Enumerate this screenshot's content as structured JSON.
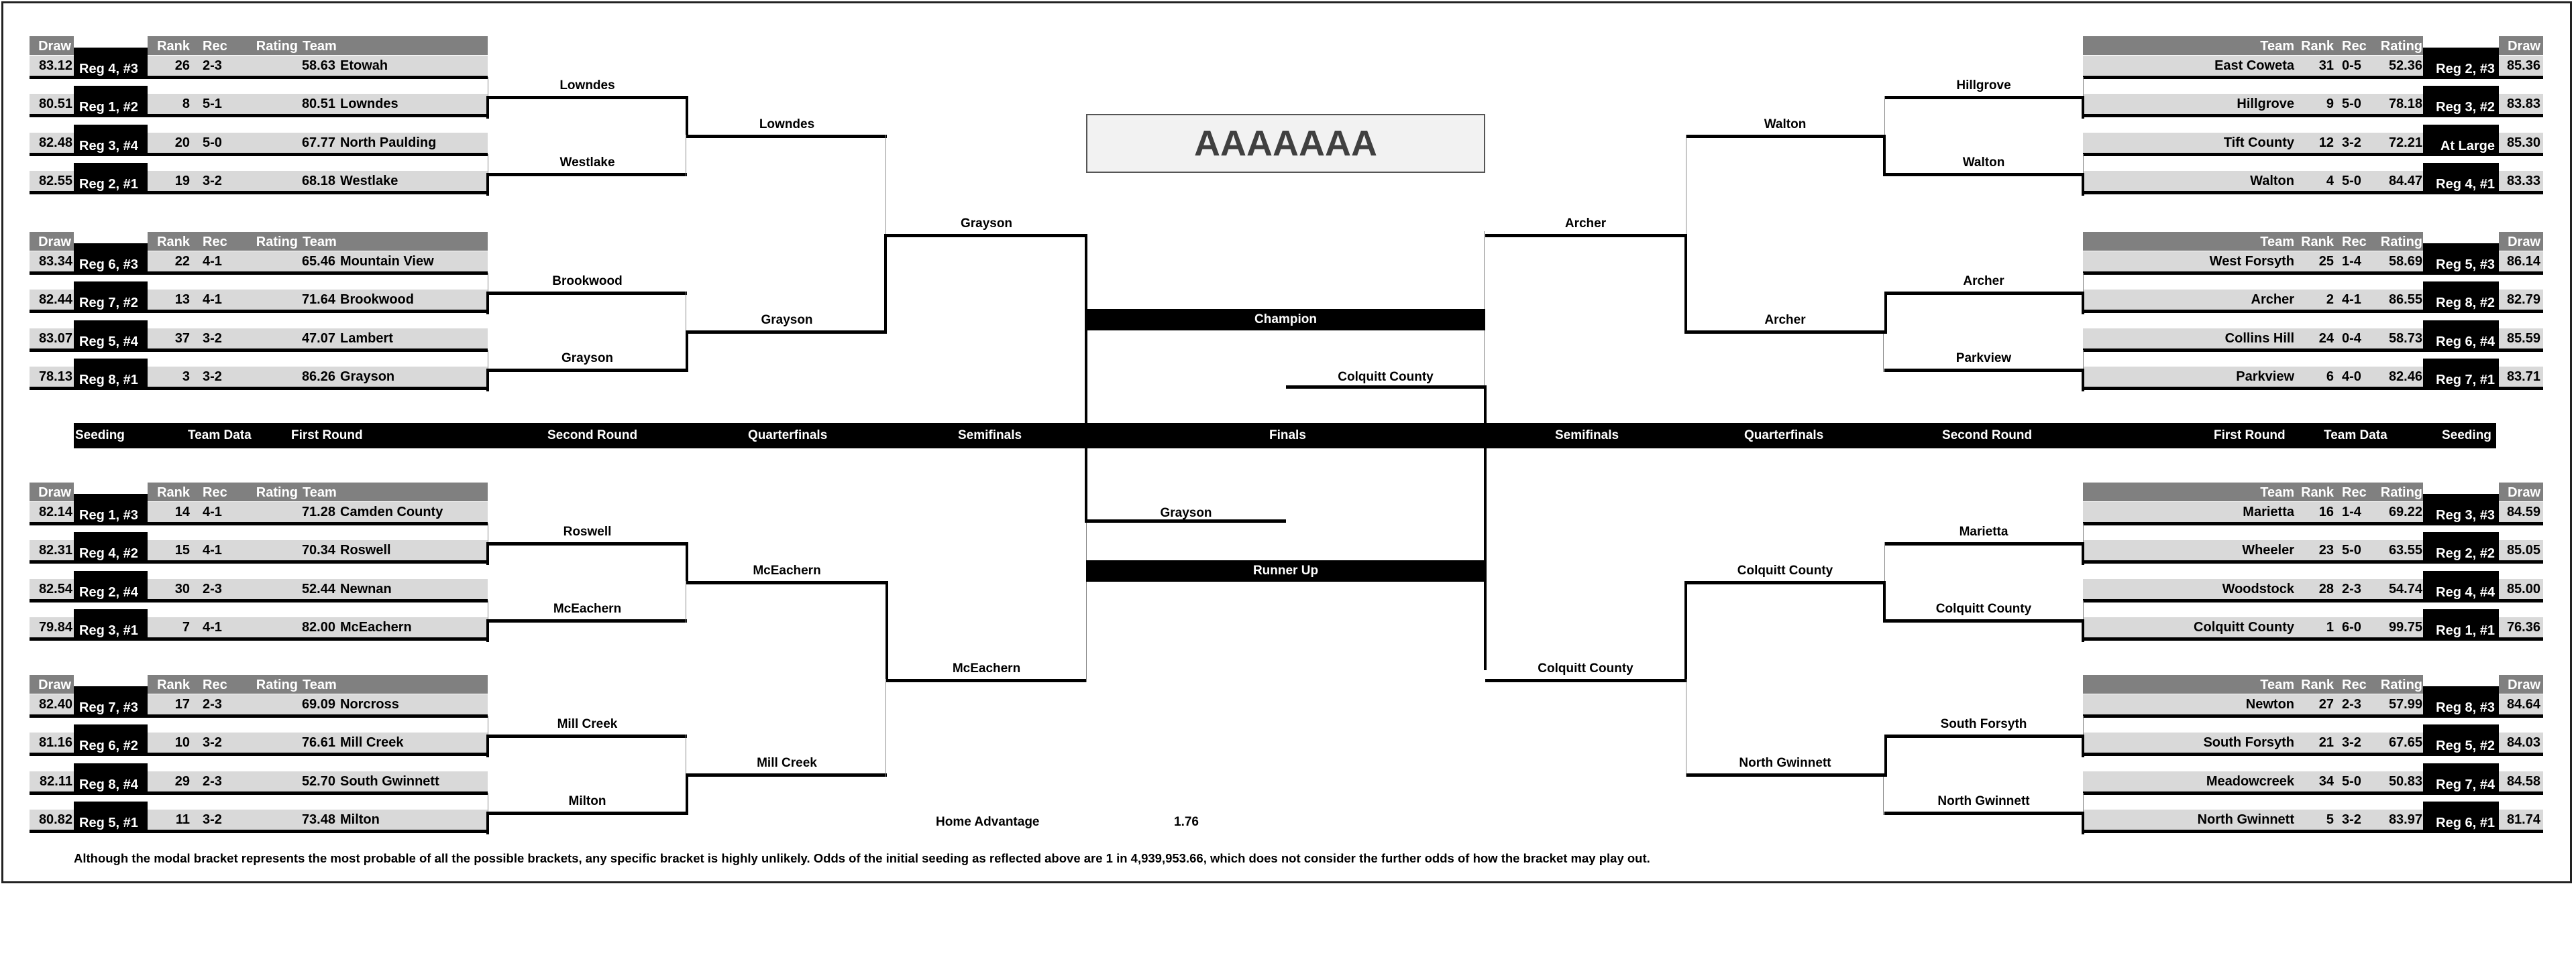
{
  "title": "AAAAAAA",
  "headers": {
    "draw": "Draw",
    "rank": "Rank",
    "rec": "Rec",
    "rating": "Rating",
    "team": "Team"
  },
  "round_bar": {
    "left": [
      "Seeding",
      "Team Data",
      "First Round",
      "Second Round",
      "Quarterfinals",
      "Semifinals"
    ],
    "center": "Finals",
    "right": [
      "Semifinals",
      "Quarterfinals",
      "Second Round",
      "First Round",
      "Team Data",
      "Seeding"
    ]
  },
  "left_groups": [
    [
      {
        "draw": "83.12",
        "seed": "Reg 4, #3",
        "rank": "26",
        "rec": "2-3",
        "rating": "58.63",
        "team": "Etowah"
      },
      {
        "draw": "80.51",
        "seed": "Reg 1, #2",
        "rank": "8",
        "rec": "5-1",
        "rating": "80.51",
        "team": "Lowndes"
      },
      {
        "draw": "82.48",
        "seed": "Reg 3, #4",
        "rank": "20",
        "rec": "5-0",
        "rating": "67.77",
        "team": "North Paulding"
      },
      {
        "draw": "82.55",
        "seed": "Reg 2, #1",
        "rank": "19",
        "rec": "3-2",
        "rating": "68.18",
        "team": "Westlake"
      }
    ],
    [
      {
        "draw": "83.34",
        "seed": "Reg 6, #3",
        "rank": "22",
        "rec": "4-1",
        "rating": "65.46",
        "team": "Mountain View"
      },
      {
        "draw": "82.44",
        "seed": "Reg 7, #2",
        "rank": "13",
        "rec": "4-1",
        "rating": "71.64",
        "team": "Brookwood"
      },
      {
        "draw": "83.07",
        "seed": "Reg 5, #4",
        "rank": "37",
        "rec": "3-2",
        "rating": "47.07",
        "team": "Lambert"
      },
      {
        "draw": "78.13",
        "seed": "Reg 8, #1",
        "rank": "3",
        "rec": "3-2",
        "rating": "86.26",
        "team": "Grayson"
      }
    ],
    [
      {
        "draw": "82.14",
        "seed": "Reg 1, #3",
        "rank": "14",
        "rec": "4-1",
        "rating": "71.28",
        "team": "Camden County"
      },
      {
        "draw": "82.31",
        "seed": "Reg 4, #2",
        "rank": "15",
        "rec": "4-1",
        "rating": "70.34",
        "team": "Roswell"
      },
      {
        "draw": "82.54",
        "seed": "Reg 2, #4",
        "rank": "30",
        "rec": "2-3",
        "rating": "52.44",
        "team": "Newnan"
      },
      {
        "draw": "79.84",
        "seed": "Reg 3, #1",
        "rank": "7",
        "rec": "4-1",
        "rating": "82.00",
        "team": "McEachern"
      }
    ],
    [
      {
        "draw": "82.40",
        "seed": "Reg 7, #3",
        "rank": "17",
        "rec": "2-3",
        "rating": "69.09",
        "team": "Norcross"
      },
      {
        "draw": "81.16",
        "seed": "Reg 6, #2",
        "rank": "10",
        "rec": "3-2",
        "rating": "76.61",
        "team": "Mill Creek"
      },
      {
        "draw": "82.11",
        "seed": "Reg 8, #4",
        "rank": "29",
        "rec": "2-3",
        "rating": "52.70",
        "team": "South Gwinnett"
      },
      {
        "draw": "80.82",
        "seed": "Reg 5, #1",
        "rank": "11",
        "rec": "3-2",
        "rating": "73.48",
        "team": "Milton"
      }
    ]
  ],
  "right_groups": [
    [
      {
        "team": "East Coweta",
        "rank": "31",
        "rec": "0-5",
        "rating": "52.36",
        "seed": "Reg 2, #3",
        "draw": "85.36"
      },
      {
        "team": "Hillgrove",
        "rank": "9",
        "rec": "5-0",
        "rating": "78.18",
        "seed": "Reg 3, #2",
        "draw": "83.83"
      },
      {
        "team": "Tift County",
        "rank": "12",
        "rec": "3-2",
        "rating": "72.21",
        "seed": "At Large",
        "draw": "85.30"
      },
      {
        "team": "Walton",
        "rank": "4",
        "rec": "5-0",
        "rating": "84.47",
        "seed": "Reg 4, #1",
        "draw": "83.33"
      }
    ],
    [
      {
        "team": "West Forsyth",
        "rank": "25",
        "rec": "1-4",
        "rating": "58.69",
        "seed": "Reg 5, #3",
        "draw": "86.14"
      },
      {
        "team": "Archer",
        "rank": "2",
        "rec": "4-1",
        "rating": "86.55",
        "seed": "Reg 8, #2",
        "draw": "82.79"
      },
      {
        "team": "Collins Hill",
        "rank": "24",
        "rec": "0-4",
        "rating": "58.73",
        "seed": "Reg 6, #4",
        "draw": "85.59"
      },
      {
        "team": "Parkview",
        "rank": "6",
        "rec": "4-0",
        "rating": "82.46",
        "seed": "Reg 7, #1",
        "draw": "83.71"
      }
    ],
    [
      {
        "team": "Marietta",
        "rank": "16",
        "rec": "1-4",
        "rating": "69.22",
        "seed": "Reg 3, #3",
        "draw": "84.59"
      },
      {
        "team": "Wheeler",
        "rank": "23",
        "rec": "5-0",
        "rating": "63.55",
        "seed": "Reg 2, #2",
        "draw": "85.05"
      },
      {
        "team": "Woodstock",
        "rank": "28",
        "rec": "2-3",
        "rating": "54.74",
        "seed": "Reg 4, #4",
        "draw": "85.00"
      },
      {
        "team": "Colquitt County",
        "rank": "1",
        "rec": "6-0",
        "rating": "99.75",
        "seed": "Reg 1, #1",
        "draw": "76.36"
      }
    ],
    [
      {
        "team": "Newton",
        "rank": "27",
        "rec": "2-3",
        "rating": "57.99",
        "seed": "Reg 8, #3",
        "draw": "84.64"
      },
      {
        "team": "South Forsyth",
        "rank": "21",
        "rec": "3-2",
        "rating": "67.65",
        "seed": "Reg 5, #2",
        "draw": "84.03"
      },
      {
        "team": "Meadowcreek",
        "rank": "34",
        "rec": "5-0",
        "rating": "50.83",
        "seed": "Reg 7, #4",
        "draw": "84.58"
      },
      {
        "team": "North Gwinnett",
        "rank": "5",
        "rec": "3-2",
        "rating": "83.97",
        "seed": "Reg 6, #1",
        "draw": "81.74"
      }
    ]
  ],
  "left_second_round": [
    "Lowndes",
    "Westlake",
    "Brookwood",
    "Grayson",
    "Roswell",
    "McEachern",
    "Mill Creek",
    "Milton"
  ],
  "left_quarterfinals": [
    "Lowndes",
    "Grayson",
    "McEachern",
    "Mill Creek"
  ],
  "left_semifinals": [
    "Grayson",
    "McEachern"
  ],
  "right_second_round": [
    "Hillgrove",
    "Walton",
    "Archer",
    "Parkview",
    "Marietta",
    "Colquitt County",
    "South Forsyth",
    "North Gwinnett"
  ],
  "right_quarterfinals": [
    "Walton",
    "Archer",
    "Colquitt County",
    "North Gwinnett"
  ],
  "right_semifinals": [
    "Archer",
    "Colquitt County"
  ],
  "finals": {
    "champion_label": "Champion",
    "runner_up_label": "Runner Up",
    "right_finalist": "Colquitt County",
    "left_finalist": "Grayson"
  },
  "home_advantage": {
    "label": "Home Advantage",
    "value": "1.76"
  },
  "footnote": "Although the modal bracket represents the most probable of all the possible brackets, any specific bracket is highly unlikely.  Odds of the initial seeding as reflected above are 1 in 4,939,953.66, which does not consider the further odds of how the bracket may play out."
}
